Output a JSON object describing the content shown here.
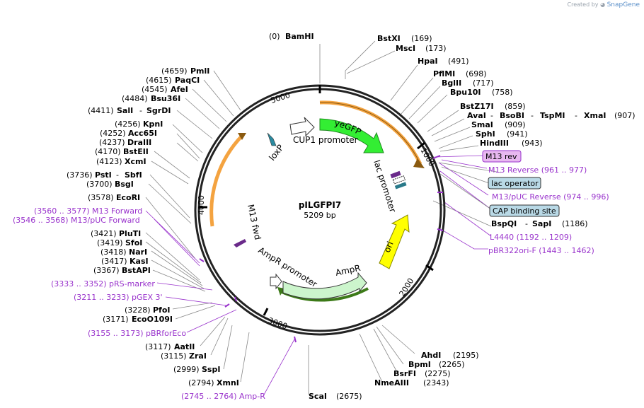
{
  "credit": {
    "prefix": "Created by",
    "brand": "SnapGene"
  },
  "plasmid": {
    "name": "pILGFPI7",
    "size": "5209 bp"
  },
  "ticks": [
    "1000",
    "2000",
    "3000",
    "4000",
    "5000"
  ],
  "features": {
    "yegfp": "yeGFP",
    "cup1": "CUP1 promoter",
    "loxp": "loxP",
    "lac_promoter": "lac promoter",
    "ori": "ori",
    "ampr": "AmpR",
    "ampr_promoter": "AmpR promoter",
    "m13_fwd": "M13 fwd"
  },
  "boxed": {
    "m13_rev": "M13 rev",
    "lac_operator": "lac operator",
    "cap": "CAP binding site"
  },
  "sites": {
    "bamhi": {
      "pos": "(0)",
      "name": "BamHI"
    },
    "bstxi": {
      "name": "BstXI",
      "pos": "(169)"
    },
    "msci": {
      "name": "MscI",
      "pos": "(173)"
    },
    "hpai": {
      "name": "HpaI",
      "pos": "(491)"
    },
    "pflmi": {
      "name": "PflMI",
      "pos": "(698)"
    },
    "bglii": {
      "name": "BglII",
      "pos": "(717)"
    },
    "bpu10i": {
      "name": "Bpu10I",
      "pos": "(758)"
    },
    "bstz17i": {
      "name": "BstZ17I",
      "pos": "(859)"
    },
    "ava": {
      "n1": "AvaI",
      "n2": "BsoBI",
      "n3": "TspMI",
      "n4": "XmaI",
      "pos": "(907)"
    },
    "smai": {
      "name": "SmaI",
      "pos": "(909)"
    },
    "sphi": {
      "name": "SphI",
      "pos": "(941)"
    },
    "hindiii": {
      "name": "HindIII",
      "pos": "(943)"
    },
    "bspqi": {
      "n1": "BspQI",
      "n2": "SapI",
      "pos": "(1186)"
    },
    "ahdi": {
      "name": "AhdI",
      "pos": "(2195)"
    },
    "bpmi": {
      "name": "BpmI",
      "pos": "(2265)"
    },
    "bsrfi": {
      "name": "BsrFI",
      "pos": "(2275)"
    },
    "nmeaiii": {
      "name": "NmeAIII",
      "pos": "(2343)"
    },
    "scai": {
      "name": "ScaI",
      "pos": "(2675)"
    },
    "xmni": {
      "pos": "(2794)",
      "name": "XmnI"
    },
    "sspi": {
      "pos": "(2999)",
      "name": "SspI"
    },
    "zrai": {
      "pos": "(3115)",
      "name": "ZraI"
    },
    "aatii": {
      "pos": "(3117)",
      "name": "AatII"
    },
    "eco0109i": {
      "pos": "(3171)",
      "name": "EcoO109I"
    },
    "pfoi": {
      "pos": "(3228)",
      "name": "PfoI"
    },
    "bstapi": {
      "pos": "(3367)",
      "name": "BstAPI"
    },
    "kasi": {
      "pos": "(3417)",
      "name": "KasI"
    },
    "nari": {
      "pos": "(3418)",
      "name": "NarI"
    },
    "sfoi": {
      "pos": "(3419)",
      "name": "SfoI"
    },
    "pluti": {
      "pos": "(3421)",
      "name": "PluTI"
    },
    "ecori": {
      "pos": "(3578)",
      "name": "EcoRI"
    },
    "bsgi": {
      "pos": "(3700)",
      "name": "BsgI"
    },
    "psti": {
      "pos": "(3736)",
      "n1": "PstI",
      "n2": "SbfI"
    },
    "xcmi": {
      "pos": "(4123)",
      "name": "XcmI"
    },
    "bsteii": {
      "pos": "(4170)",
      "name": "BstEII"
    },
    "draiii": {
      "pos": "(4237)",
      "name": "DraIII"
    },
    "acc65i": {
      "pos": "(4252)",
      "name": "Acc65I"
    },
    "kpni": {
      "pos": "(4256)",
      "name": "KpnI"
    },
    "sali": {
      "pos": "(4411)",
      "n1": "SalI",
      "n2": "SgrDI"
    },
    "bsu36i": {
      "pos": "(4484)",
      "name": "Bsu36I"
    },
    "afei": {
      "pos": "(4545)",
      "name": "AfeI"
    },
    "paqci": {
      "pos": "(4615)",
      "name": "PaqCI"
    },
    "pmli": {
      "pos": "(4659)",
      "name": "PmlI"
    }
  },
  "primers": {
    "m13_reverse": "M13 Reverse    (961 .. 977)",
    "m13_puc_reverse": "M13/pUC Reverse    (974 .. 996)",
    "l4440": "L4440    (1192 .. 1209)",
    "pbr322ori": "pBR322ori-F    (1443 .. 1462)",
    "m13_forward": "(3560 .. 3577)  M13 Forward",
    "m13_puc_forward": "(3546 .. 3568)  M13/pUC Forward",
    "prs_marker": "(3333 .. 3352)  pRS-marker",
    "pgex3": "(3211 .. 3233)  pGEX 3'",
    "pbrforeco": "(3155 .. 3173)  pBRforEco",
    "amp_r": "(2745 .. 2764)  Amp-R"
  },
  "colors": {
    "yegfp": "#33ee33",
    "ori": "#ffff00",
    "ampr": "#ccf5cc",
    "primer": "#9933cc",
    "orange": "#f4a340",
    "lac_box": "#b9d9e6",
    "m13_box": "#e8b8f0"
  }
}
